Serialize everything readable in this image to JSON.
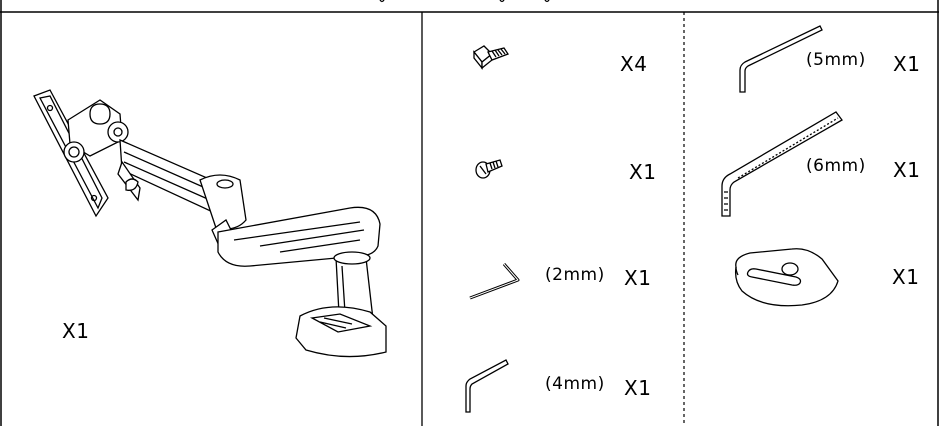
{
  "items": {
    "arm": {
      "qty": "X1"
    },
    "bolt_large": {
      "qty": "X4"
    },
    "bolt_small": {
      "qty": "X1"
    },
    "hex_2mm": {
      "size": "(2mm)",
      "qty": "X1"
    },
    "hex_4mm": {
      "size": "(4mm)",
      "qty": "X1"
    },
    "hex_5mm": {
      "size": "(5mm)",
      "qty": "X1"
    },
    "hex_6mm": {
      "size": "(6mm)",
      "qty": "X1"
    },
    "plate": {
      "qty": "X1"
    }
  },
  "icons": [
    "monitor-arm-icon",
    "bolt-icon",
    "screw-icon",
    "hex-key-icon",
    "mounting-plate-icon"
  ]
}
